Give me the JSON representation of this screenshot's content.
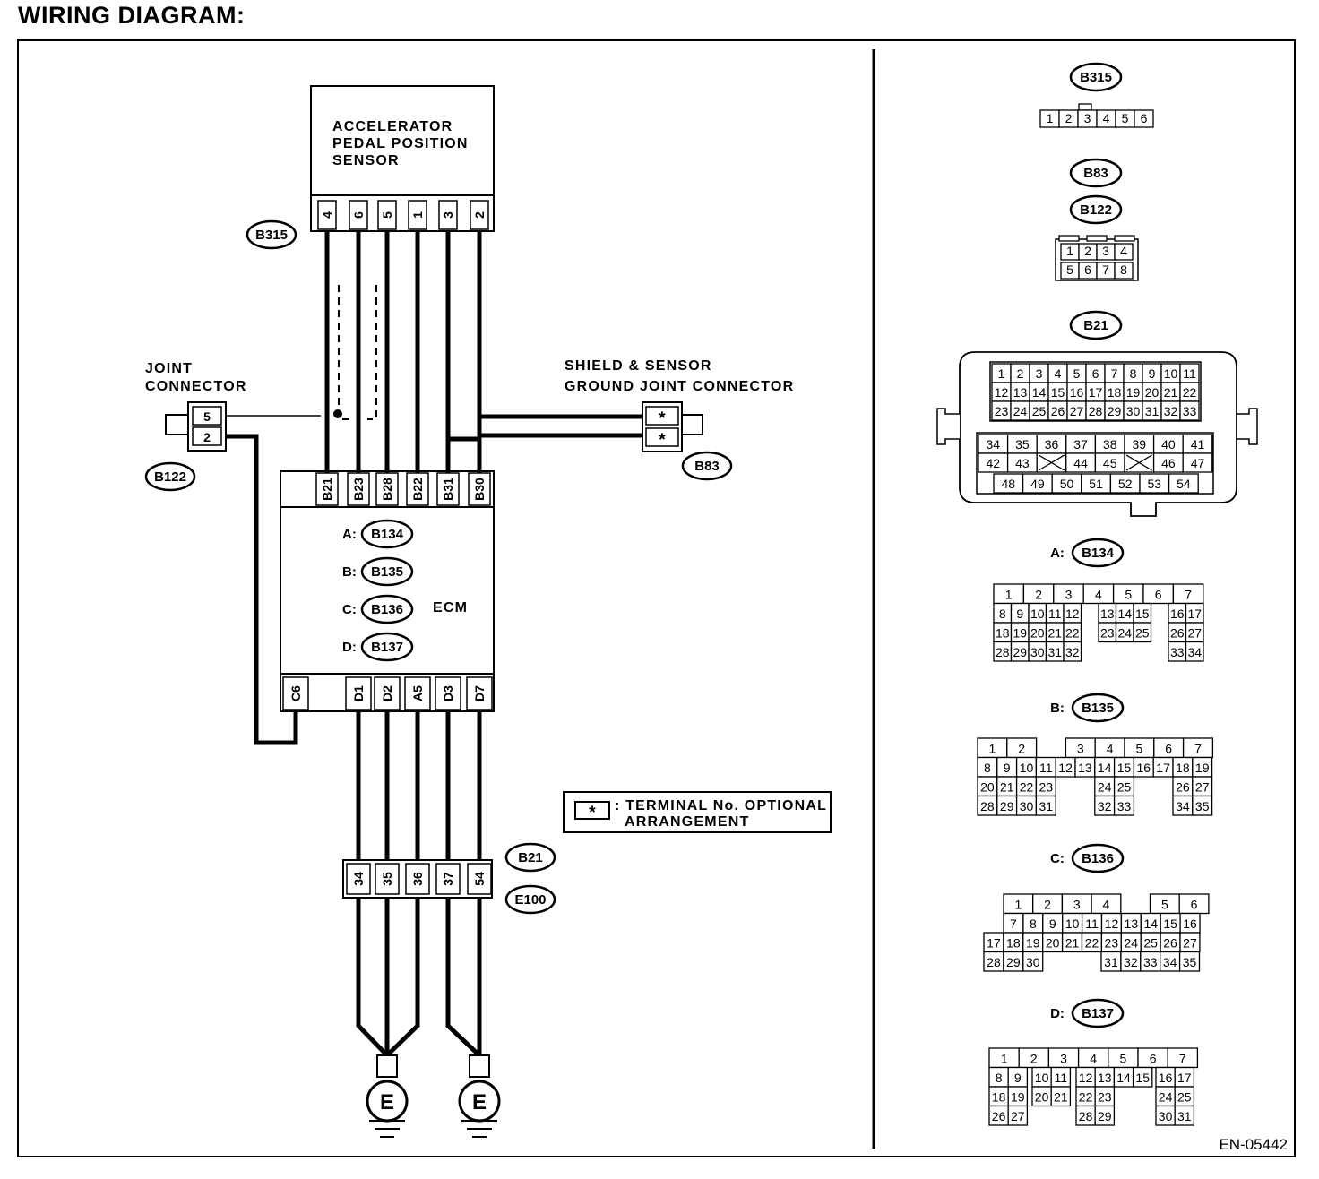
{
  "title": "WIRING DIAGRAM:",
  "figure_id": "EN-05442",
  "sensor": {
    "line1": "ACCELERATOR",
    "line2": "PEDAL POSITION",
    "line3": "SENSOR"
  },
  "sensor_connector": "B315",
  "sensor_pins": [
    "4",
    "6",
    "5",
    "1",
    "3",
    "2"
  ],
  "joint_connector": {
    "line1": "JOINT",
    "line2": "CONNECTOR",
    "code": "B122",
    "pins": [
      "5",
      "2"
    ]
  },
  "shield_connector": {
    "line1": "SHIELD & SENSOR",
    "line2": "GROUND JOINT CONNECTOR",
    "code": "B83",
    "pins": [
      "*",
      "*"
    ]
  },
  "ecm": {
    "label": "ECM",
    "top_pins": [
      "B21",
      "B23",
      "B28",
      "B22",
      "B31",
      "B30"
    ],
    "bottom_pins": [
      "C6",
      "D1",
      "D2",
      "A5",
      "D3",
      "D7"
    ],
    "connectors": [
      {
        "prefix": "A:",
        "code": "B134"
      },
      {
        "prefix": "B:",
        "code": "B135"
      },
      {
        "prefix": "C:",
        "code": "B136"
      },
      {
        "prefix": "D:",
        "code": "B137"
      }
    ]
  },
  "legend": {
    "symbol": "*",
    "line1": ": TERMINAL No. OPTIONAL",
    "line2": "ARRANGEMENT"
  },
  "junction": {
    "code1": "B21",
    "code2": "E100",
    "pins": [
      "34",
      "35",
      "36",
      "37",
      "54"
    ]
  },
  "ground_label": "E",
  "views": {
    "b315": {
      "code": "B315",
      "pins": [
        "1",
        "2",
        "3",
        "4",
        "5",
        "6"
      ]
    },
    "b83_b122": {
      "codes": [
        "B83",
        "B122"
      ],
      "row1": [
        "1",
        "2",
        "3",
        "4"
      ],
      "row2": [
        "5",
        "6",
        "7",
        "8"
      ]
    },
    "b21": {
      "code": "B21",
      "row1": [
        "1",
        "2",
        "3",
        "4",
        "5",
        "6",
        "7",
        "8",
        "9",
        "10",
        "11"
      ],
      "row2": [
        "12",
        "13",
        "14",
        "15",
        "16",
        "17",
        "18",
        "19",
        "20",
        "21",
        "22"
      ],
      "row3": [
        "23",
        "24",
        "25",
        "26",
        "27",
        "28",
        "29",
        "30",
        "31",
        "32",
        "33"
      ],
      "row4": [
        "34",
        "35",
        "36",
        "37",
        "38",
        "39",
        "40",
        "41"
      ],
      "row5": [
        "42",
        "43",
        "",
        "44",
        "45",
        "",
        "46",
        "47"
      ],
      "row6": [
        "48",
        "49",
        "50",
        "51",
        "52",
        "53",
        "54"
      ]
    },
    "b134": {
      "prefix": "A:",
      "code": "B134",
      "row1": [
        "1",
        "2",
        "3",
        "4",
        "5",
        "6",
        "7"
      ],
      "row2": [
        "8",
        "9",
        "10",
        "11",
        "12",
        "",
        "13",
        "14",
        "15",
        "",
        "16",
        "17"
      ],
      "row3": [
        "18",
        "19",
        "20",
        "21",
        "22",
        "",
        "23",
        "24",
        "25",
        "",
        "26",
        "27"
      ],
      "row4": [
        "28",
        "29",
        "30",
        "31",
        "32",
        "",
        "",
        "",
        "",
        "",
        "33",
        "34"
      ]
    },
    "b135": {
      "prefix": "B:",
      "code": "B135",
      "row1": [
        "1",
        "2",
        "",
        "3",
        "4",
        "5",
        "6",
        "7"
      ],
      "row2": [
        "8",
        "9",
        "10",
        "11",
        "12",
        "13",
        "14",
        "15",
        "16",
        "17",
        "18",
        "19"
      ],
      "row3": [
        "20",
        "21",
        "22",
        "23",
        "",
        "",
        "24",
        "25",
        "",
        "",
        "26",
        "27"
      ],
      "row4": [
        "28",
        "29",
        "30",
        "31",
        "",
        "",
        "32",
        "33",
        "",
        "",
        "34",
        "35"
      ]
    },
    "b136": {
      "prefix": "C:",
      "code": "B136",
      "row1": [
        "1",
        "2",
        "3",
        "4",
        "",
        "5",
        "6"
      ],
      "row2": [
        "7",
        "8",
        "9",
        "10",
        "11",
        "12",
        "13",
        "14",
        "15",
        "16"
      ],
      "row3": [
        "17",
        "18",
        "19",
        "20",
        "21",
        "22",
        "23",
        "24",
        "25",
        "26",
        "27"
      ],
      "row4": [
        "28",
        "29",
        "30",
        "31",
        "32",
        "33",
        "34",
        "35"
      ]
    },
    "b137": {
      "prefix": "D:",
      "code": "B137",
      "row1": [
        "1",
        "2",
        "3",
        "4",
        "5",
        "6",
        "7"
      ],
      "row2": [
        "8",
        "9",
        "10",
        "11",
        "12",
        "13",
        "14",
        "15",
        "16",
        "17"
      ],
      "row3": [
        "18",
        "19",
        "20",
        "21",
        "22",
        "23",
        "24",
        "25"
      ],
      "row4": [
        "26",
        "27",
        "28",
        "29",
        "30",
        "31"
      ]
    }
  }
}
